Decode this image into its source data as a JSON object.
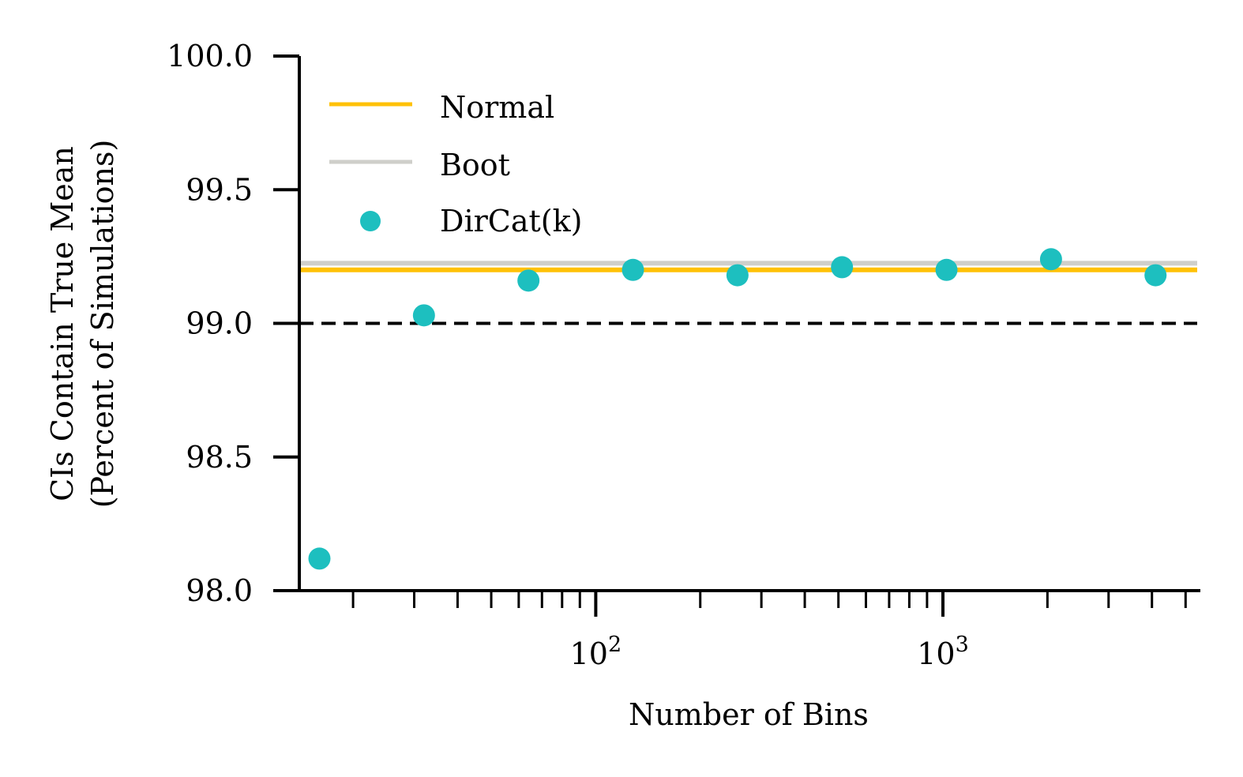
{
  "chart_data": {
    "type": "scatter",
    "title": "",
    "xlabel": "Number of Bins",
    "ylabel_lines": [
      "CIs Contain True Mean",
      "(Percent of Simulations)"
    ],
    "x_scale": "log",
    "xlim": [
      14,
      5400
    ],
    "ylim": [
      98.0,
      100.0
    ],
    "y_ticks": [
      "98.0",
      "98.5",
      "99.0",
      "99.5",
      "100.0"
    ],
    "x_tick_labels": [
      {
        "base": "10",
        "exp": "2",
        "value": 100
      },
      {
        "base": "10",
        "exp": "3",
        "value": 1000
      }
    ],
    "reference_line": {
      "y": 99.0,
      "style": "dashed",
      "color": "#000000"
    },
    "series": [
      {
        "name": "Normal",
        "kind": "hline",
        "y": 99.2,
        "color": "#FFC107"
      },
      {
        "name": "Boot",
        "kind": "hline",
        "y": 99.225,
        "color": "#CFCFCA"
      },
      {
        "name": "DirCat(k)",
        "kind": "scatter",
        "color": "#1DBFBF",
        "x": [
          16,
          32,
          64,
          128,
          256,
          512,
          1024,
          2048,
          4096
        ],
        "y": [
          98.12,
          99.03,
          99.16,
          99.2,
          99.18,
          99.21,
          99.2,
          99.24,
          99.18
        ]
      }
    ],
    "grid": false,
    "legend_position": "upper left"
  }
}
